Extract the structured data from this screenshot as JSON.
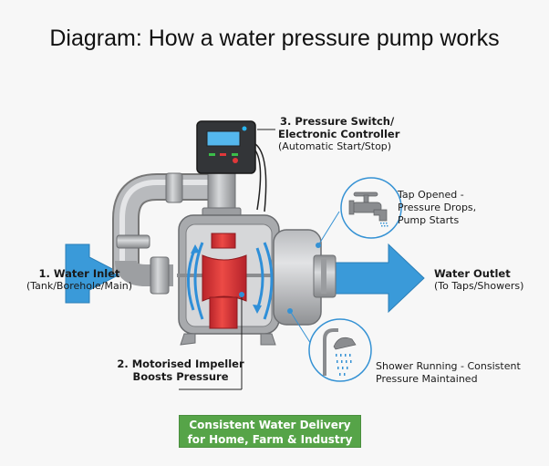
{
  "title": "Diagram: How a water pressure pump works",
  "labels": {
    "inlet": {
      "heading": "1. Water Inlet",
      "sub": "(Tank/Borehole/Main)"
    },
    "impeller": {
      "line1": "2. Motorised Impeller",
      "line2": "Boosts Pressure"
    },
    "controller": {
      "line1": "3. Pressure Switch/",
      "line2": "Electronic Controller",
      "sub": "(Automatic Start/Stop)"
    },
    "tap": {
      "line1": "Tap Opened -",
      "line2": "Pressure Drops,",
      "line3": "Pump Starts"
    },
    "outlet": {
      "heading": "Water Outlet",
      "sub": "(To Taps/Showers)"
    },
    "shower": {
      "line1": "Shower Running - Consistent",
      "line2": "Pressure Maintained"
    }
  },
  "banner": {
    "line1": "Consistent Water Delivery",
    "line2": "for Home, Farm & Industry"
  },
  "colors": {
    "water_blue": "#3a9ad9",
    "impeller_red": "#e0383a",
    "metal_gray": "#a9abae",
    "banner_green": "#56a448",
    "callout_blue": "#3592d4"
  }
}
